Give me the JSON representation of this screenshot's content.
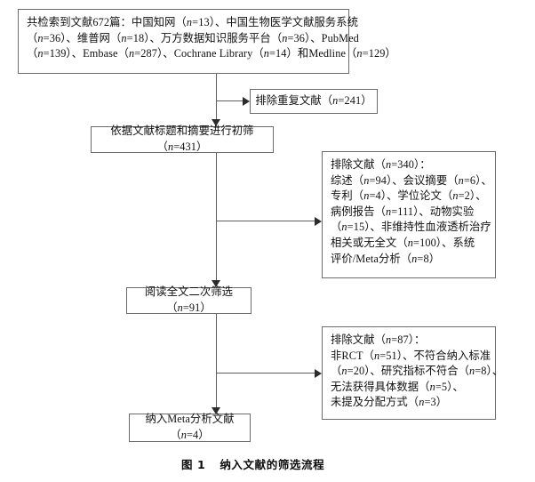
{
  "figure": {
    "caption_number": "图 1",
    "caption_title": "纳入文献的筛选流程"
  },
  "boxes": {
    "identification": {
      "name": "records-identified-box",
      "lines": [
        "共检索到文献672篇：中国知网（n=13）、中国生物医学文献服务系统",
        "（n=36）、维普网（n=18）、万方数据知识服务平台（n=36）、PubMed",
        "（n=139）、Embase（n=287）、Cochrane Library（n=14）和Medline（n=129）"
      ],
      "total": 672,
      "sources": [
        {
          "label": "中国知网",
          "n": 13
        },
        {
          "label": "中国生物医学文献服务系统",
          "n": 36
        },
        {
          "label": "维普网",
          "n": 18
        },
        {
          "label": "万方数据知识服务平台",
          "n": 36
        },
        {
          "label": "PubMed",
          "n": 139
        },
        {
          "label": "Embase",
          "n": 287
        },
        {
          "label": "Cochrane Library",
          "n": 14
        },
        {
          "label": "Medline",
          "n": 129
        }
      ]
    },
    "duplicates_removed": {
      "name": "duplicates-removed-box",
      "text": "排除重复文献（n=241）",
      "n": 241
    },
    "title_abstract_screening": {
      "name": "title-abstract-screening-box",
      "text": "依据文献标题和摘要进行初筛（n=431）",
      "n": 431
    },
    "excluded_screening": {
      "name": "excluded-after-screening-box",
      "lines": [
        "排除文献（n=340）：",
        "综述（n=94）、会议摘要（n=6）、",
        "专利（n=4）、学位论文（n=2）、",
        "病例报告（n=111）、动物实验",
        "（n=15）、非维持性血液透析治疗",
        "相关或无全文（n=100）、系统",
        "评价/Meta分析（n=8）"
      ],
      "n": 340,
      "reasons": [
        {
          "label": "综述",
          "n": 94
        },
        {
          "label": "会议摘要",
          "n": 6
        },
        {
          "label": "专利",
          "n": 4
        },
        {
          "label": "学位论文",
          "n": 2
        },
        {
          "label": "病例报告",
          "n": 111
        },
        {
          "label": "动物实验",
          "n": 15
        },
        {
          "label": "非维持性血液透析治疗相关或无全文",
          "n": 100
        },
        {
          "label": "系统评价/Meta分析",
          "n": 8
        }
      ]
    },
    "fulltext_screening": {
      "name": "fulltext-screening-box",
      "text": "阅读全文二次筛选（n=91）",
      "n": 91
    },
    "excluded_fulltext": {
      "name": "excluded-after-fulltext-box",
      "lines": [
        "排除文献（n=87）：",
        "非RCT（n=51）、不符合纳入标准",
        "（n=20）、研究指标不符合（n=8）、",
        "无法获得具体数据（n=5）、",
        "未提及分配方式（n=3）"
      ],
      "n": 87,
      "reasons": [
        {
          "label": "非RCT",
          "n": 51
        },
        {
          "label": "不符合纳入标准",
          "n": 20
        },
        {
          "label": "研究指标不符合",
          "n": 8
        },
        {
          "label": "无法获得具体数据",
          "n": 5
        },
        {
          "label": "未提及分配方式",
          "n": 3
        }
      ]
    },
    "included": {
      "name": "included-in-meta-analysis-box",
      "text": "纳入Meta分析文献（n=4）",
      "n": 4
    }
  },
  "colors": {
    "box_border": "#6b6b6b",
    "connector": "#5e5e5e",
    "arrow": "#2b2b2b",
    "text": "#111111",
    "background": "#ffffff"
  }
}
